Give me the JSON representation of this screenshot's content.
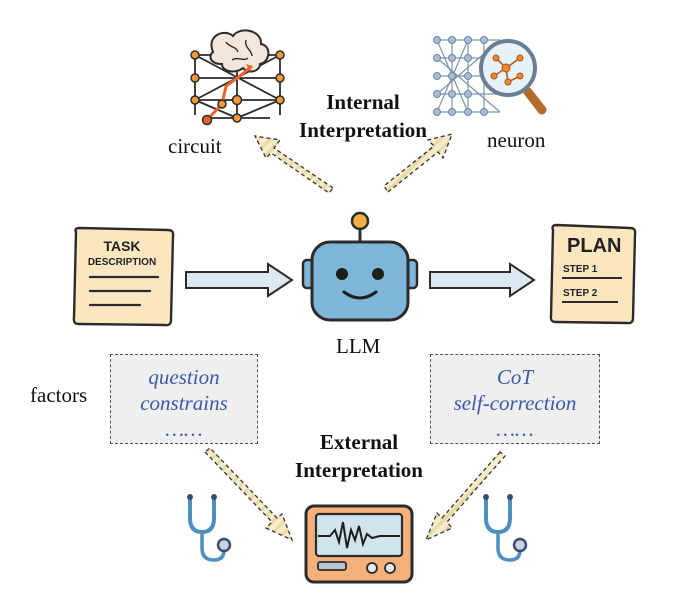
{
  "internal": {
    "title_line1": "Internal",
    "title_line2": "Interpretation",
    "circuit_label": "circuit",
    "neuron_label": "neuron"
  },
  "center": {
    "llm_label": "LLM",
    "task_card_line1": "TASK",
    "task_card_line2": "DESCRIPTION",
    "plan_card_title": "PLAN",
    "plan_step1": "STEP 1",
    "plan_step2": "STEP 2"
  },
  "factors": {
    "label": "factors",
    "left_items": [
      "question",
      "constrains",
      "……"
    ],
    "right_items": [
      "CoT",
      "self-correction",
      "……"
    ]
  },
  "external": {
    "title_line1": "External",
    "title_line2": "Interpretation"
  },
  "colors": {
    "robot": "#7fb6d8",
    "card_fill": "#fbe6c0",
    "arrow_fill": "#dce8f2",
    "dashed_arrow_fill": "#f7ecc8",
    "monitor": "#f4b07a",
    "italic_text": "#3a5aa8"
  }
}
